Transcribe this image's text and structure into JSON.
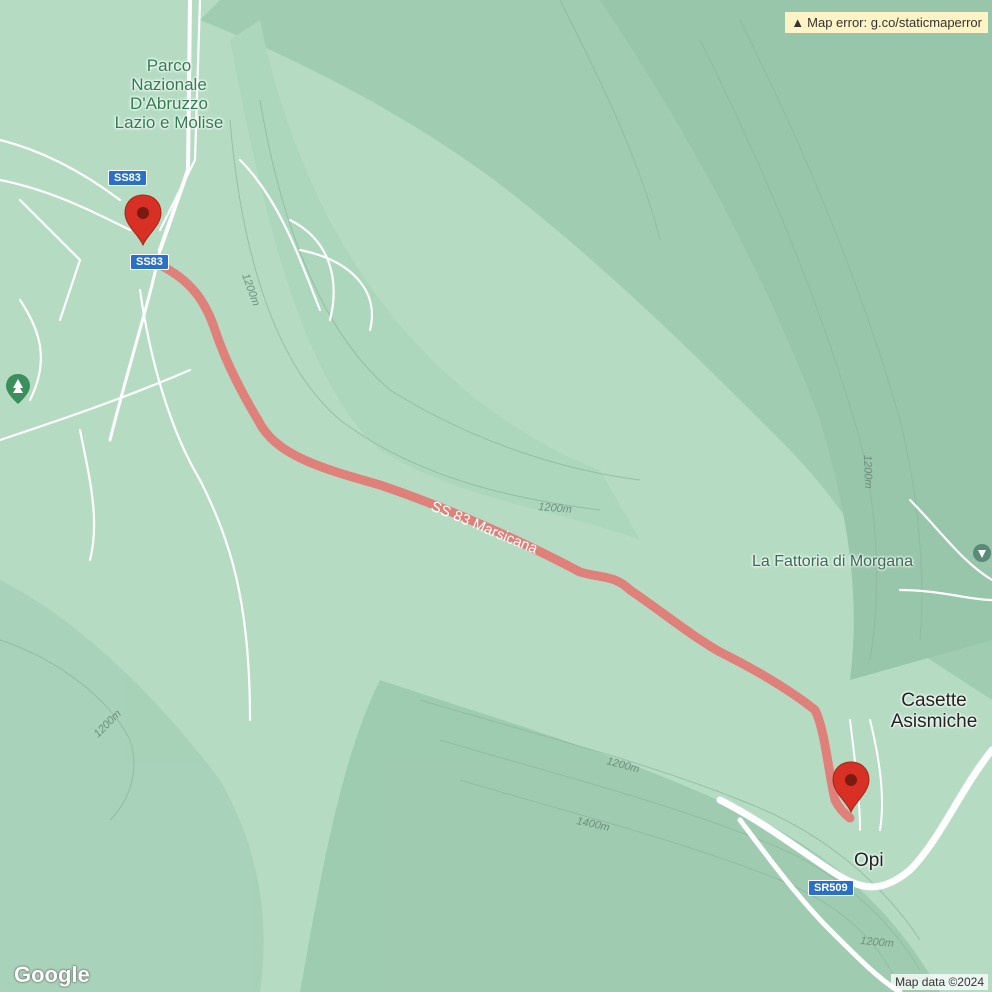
{
  "error": {
    "text": "Map error: g.co/staticmaperror"
  },
  "labels": {
    "park": [
      "Parco",
      "Nazionale",
      "D'Abruzzo",
      "Lazio e Molise"
    ],
    "road_name": "SS 83 Marsicana",
    "poi": "La Fattoria di Morgana",
    "casette": [
      "Casette",
      "Asismiche"
    ],
    "opi": "Opi"
  },
  "shields": {
    "ss83_top": "SS83",
    "ss83_bottom": "SS83",
    "sr509": "SR509"
  },
  "contours": {
    "c1": "1200m",
    "c2": "1200m",
    "c3": "1200m",
    "c4": "1200m",
    "c5": "1400m",
    "c6": "1200m",
    "c7": "1200m"
  },
  "footer": {
    "logo": "Google",
    "attribution": "Map data ©2024"
  },
  "colors": {
    "terrain": "#b3dcc2",
    "route": "#e8706d",
    "marker": "#d93025"
  }
}
